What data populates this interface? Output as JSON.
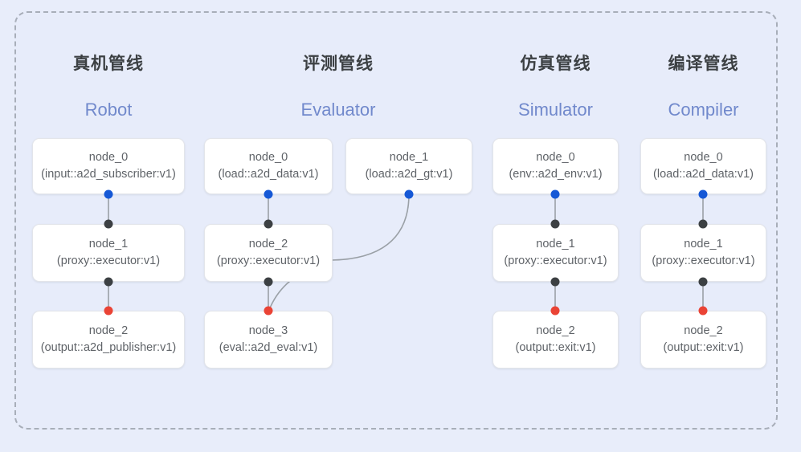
{
  "frame": {
    "border_color": "#a8aeb9",
    "background": "#e7ecfa"
  },
  "palette": {
    "page_background": "#e8edfa",
    "title_color": "#3c4043",
    "subtitle_color": "#7189cc",
    "node_text_color": "#5f6368",
    "node_background": "#ffffff",
    "node_border": "#e3e5ea",
    "edge_color": "#9aa0a6",
    "dot_input_blue": "#1558d6",
    "dot_link_black": "#3c4043",
    "dot_output_red": "#ea4335"
  },
  "columns": [
    {
      "id": "robot",
      "title": "真机管线",
      "subtitle": "Robot",
      "nodes": [
        {
          "id": "robot-node-0",
          "name": "node_0",
          "signature": "(input::a2d_subscriber:v1)"
        },
        {
          "id": "robot-node-1",
          "name": "node_1",
          "signature": "(proxy::executor:v1)"
        },
        {
          "id": "robot-node-2",
          "name": "node_2",
          "signature": "(output::a2d_publisher:v1)"
        }
      ]
    },
    {
      "id": "evaluator",
      "title": "评测管线",
      "subtitle": "Evaluator",
      "nodes": [
        {
          "id": "eval-node-0",
          "name": "node_0",
          "signature": "(load::a2d_data:v1)"
        },
        {
          "id": "eval-node-1",
          "name": "node_1",
          "signature": "(load::a2d_gt:v1)"
        },
        {
          "id": "eval-node-2",
          "name": "node_2",
          "signature": "(proxy::executor:v1)"
        },
        {
          "id": "eval-node-3",
          "name": "node_3",
          "signature": "(eval::a2d_eval:v1)"
        }
      ]
    },
    {
      "id": "simulator",
      "title": "仿真管线",
      "subtitle": "Simulator",
      "nodes": [
        {
          "id": "sim-node-0",
          "name": "node_0",
          "signature": "(env::a2d_env:v1)"
        },
        {
          "id": "sim-node-1",
          "name": "node_1",
          "signature": "(proxy::executor:v1)"
        },
        {
          "id": "sim-node-2",
          "name": "node_2",
          "signature": "(output::exit:v1)"
        }
      ]
    },
    {
      "id": "compiler",
      "title": "编译管线",
      "subtitle": "Compiler",
      "nodes": [
        {
          "id": "comp-node-0",
          "name": "node_0",
          "signature": "(load::a2d_data:v1)"
        },
        {
          "id": "comp-node-1",
          "name": "node_1",
          "signature": "(proxy::executor:v1)"
        },
        {
          "id": "comp-node-2",
          "name": "node_2",
          "signature": "(output::exit:v1)"
        }
      ]
    }
  ]
}
